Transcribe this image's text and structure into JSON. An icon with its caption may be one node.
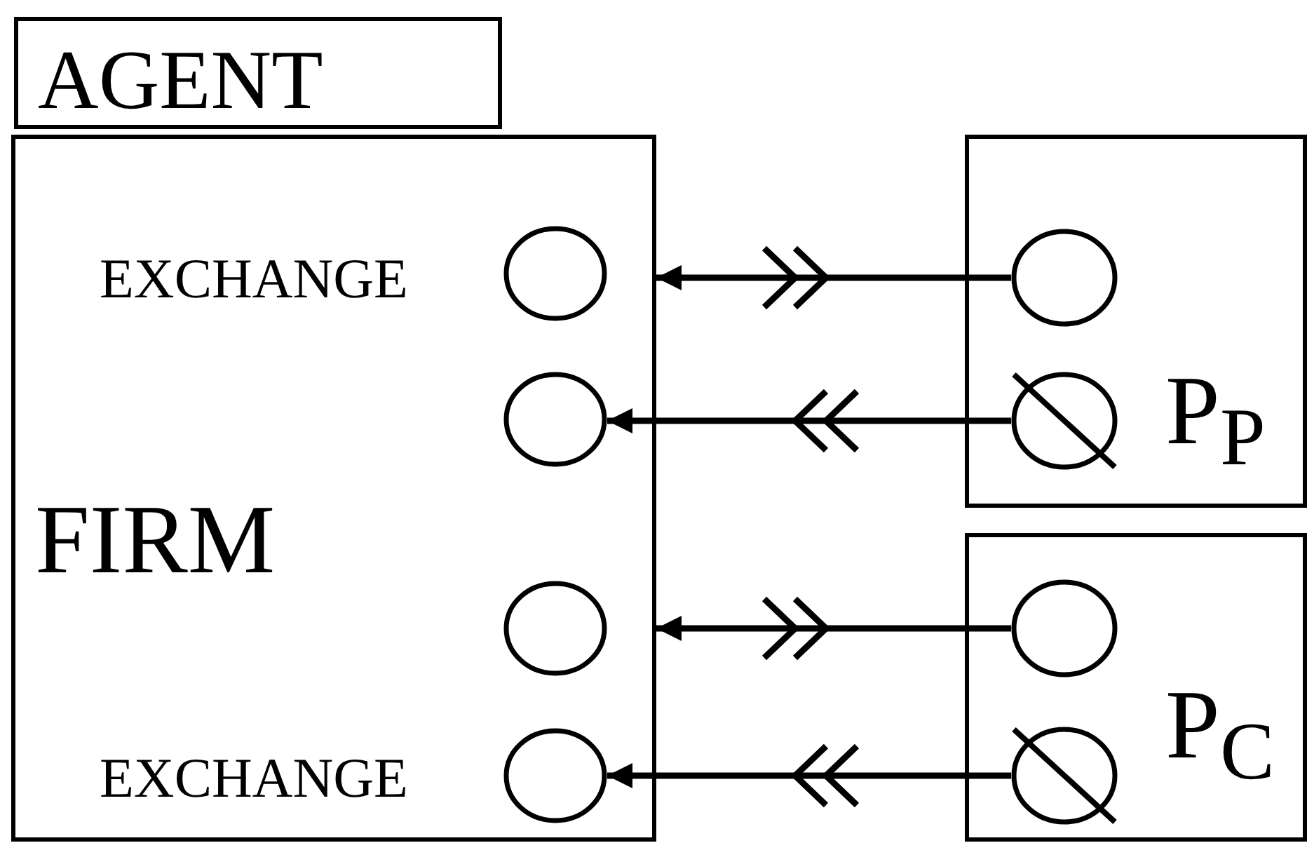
{
  "diagram": {
    "nodes": [
      {
        "text": [
          "AGENT"
        ]
      },
      {
        "text": [
          "FIRM"
        ]
      },
      {
        "text": [],
        "shape": "circle",
        "in": 1,
        "beside": [
          "EXCHANGE"
        ]
      },
      {
        "text": [],
        "shape": "circle",
        "in": 1
      },
      {
        "text": [],
        "shape": "circle",
        "in": 1
      },
      {
        "text": [],
        "shape": "circle",
        "in": 1,
        "beside": [
          "EXCHANGE"
        ]
      },
      {
        "text": [
          "P$_{P}$"
        ]
      },
      {
        "text": [],
        "shape": "circle",
        "in": 6
      },
      {
        "text": [],
        "shape": "circle",
        "in": 6
      },
      {
        "text": [
          "P$_{C}$"
        ]
      },
      {
        "text": [],
        "shape": "circle",
        "in": 9
      },
      {
        "text": [],
        "shape": "circle",
        "in": 9
      }
    ],
    "edges": [
      {
        "from": 7,
        "to": 1,
        "arrow": "to"
      },
      {
        "from": 8,
        "to": 3,
        "arrow": "to"
      },
      {
        "from": 10,
        "to": 1,
        "arrow": "to"
      },
      {
        "from": 11,
        "to": 5,
        "arrow": "to"
      }
    ]
  }
}
